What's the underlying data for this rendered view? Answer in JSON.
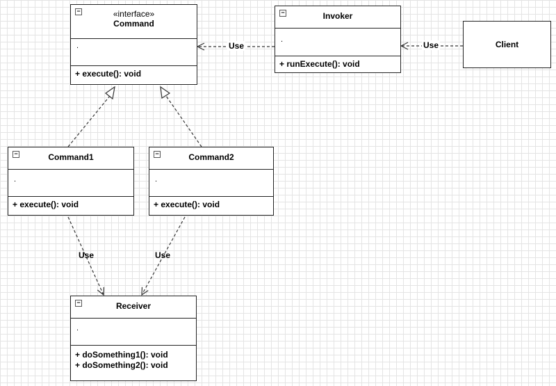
{
  "classes": {
    "command": {
      "stereotype": "«interface»",
      "name": "Command",
      "attr": ".",
      "ops": [
        "+ execute(): void"
      ]
    },
    "invoker": {
      "name": "Invoker",
      "attr": ".",
      "ops": [
        "+ runExecute(): void"
      ]
    },
    "client": {
      "name": "Client"
    },
    "command1": {
      "name": "Command1",
      "attr": ".",
      "ops": [
        "+ execute(): void"
      ]
    },
    "command2": {
      "name": "Command2",
      "attr": ".",
      "ops": [
        "+ execute(): void"
      ]
    },
    "receiver": {
      "name": "Receiver",
      "attr": ".",
      "ops": [
        "+ doSomething1(): void",
        "+ doSomething2(): void"
      ]
    }
  },
  "relations": {
    "invoker_command": "Use",
    "client_invoker": "Use",
    "command1_receiver": "Use",
    "command2_receiver": "Use"
  },
  "collapse_symbol": "−"
}
